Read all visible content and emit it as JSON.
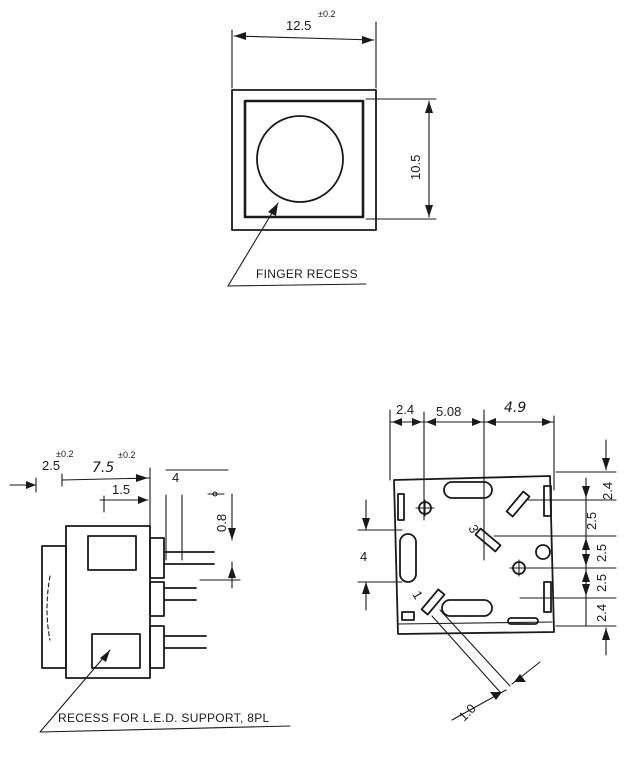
{
  "top_view": {
    "width_dim": "12.5",
    "width_tol": "±0.2",
    "height_dim": "10.5",
    "recess_label": "FINGER RECESS"
  },
  "side_view": {
    "dim_a": "2.5",
    "dim_a_tol": "±0.2",
    "dim_b": "7.5",
    "dim_b_tol": "±0.2",
    "dim_c": "1.5",
    "dim_d": "4",
    "dim_e": "0.8",
    "led_label": "RECESS FOR L.E.D. SUPPORT, 8PL"
  },
  "bottom_view": {
    "top_dims": [
      "2.4",
      "5.08",
      "4.9"
    ],
    "right_dims": [
      "2.4",
      "2.5",
      "2.5",
      "2.5",
      "2.4"
    ],
    "left_dim": "4",
    "pin_labels": [
      "3",
      "1"
    ],
    "diag_dim": "1.0"
  }
}
